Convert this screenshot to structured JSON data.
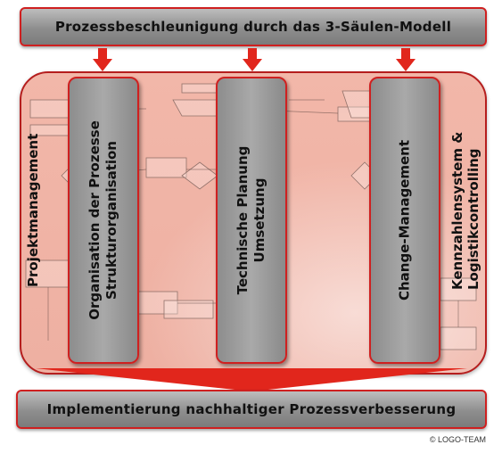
{
  "top_bar": {
    "text": "Prozessbeschleunigung durch das 3-Säulen-Modell"
  },
  "left_side": {
    "text": "Projektmanagement"
  },
  "right_side": {
    "line1": "Kennzahlensystem &",
    "line2": "Logistikcontrolling"
  },
  "pillars": [
    {
      "line1": "Organisation der Prozesse",
      "line2": "Strukturorganisation"
    },
    {
      "line1": "Technische Planung",
      "line2": "Umsetzung"
    },
    {
      "line1": "Change-Management"
    }
  ],
  "bottom_bar": {
    "text": "Implementierung nachhaltiger Prozessverbesserung"
  },
  "copyright": "© LOGO-TEAM",
  "colors": {
    "accent_red": "#e1261c",
    "border_red": "#cf2020",
    "panel_pink": "#f2b7a9",
    "bar_gray": "#8e8e8e"
  }
}
